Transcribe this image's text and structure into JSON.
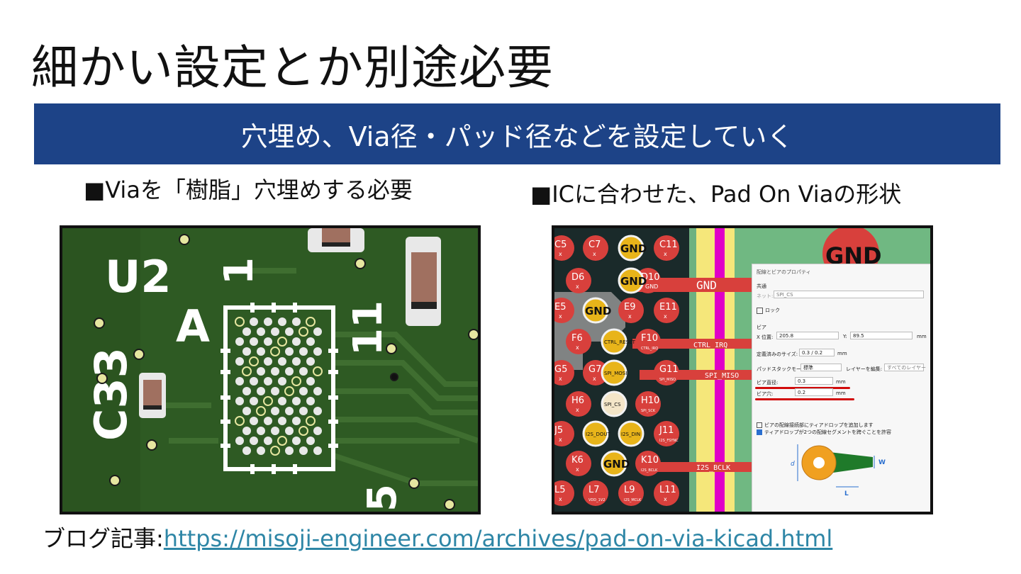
{
  "slide": {
    "title": "細かい設定とか別途必要",
    "banner": "穴埋め、Via径・パッド径などを設定していく",
    "left_caption": "■Viaを「樹脂」穴埋めする必要",
    "right_caption": "■ICに合わせた、Pad On Viaの形状",
    "footer_label": "ブログ記事:",
    "footer_link": "https://misoji-engineer.com/archives/pad-on-via-kicad.html"
  },
  "left_pcb": {
    "silk_labels": [
      "U2",
      "A",
      "C33",
      "1",
      "11",
      "5"
    ],
    "colors": {
      "board": "#2e5a23",
      "copper": "#3d6b2c",
      "silk": "#ffffff"
    }
  },
  "right_pcb": {
    "pads": [
      {
        "id": "C5",
        "net": "x"
      },
      {
        "id": "C7",
        "net": "x"
      },
      {
        "id": "D6",
        "net": "x"
      },
      {
        "id": "D10",
        "net": "GND"
      },
      {
        "id": "E5",
        "net": "x"
      },
      {
        "id": "E9",
        "net": "x"
      },
      {
        "id": "E11",
        "net": "x"
      },
      {
        "id": "F6",
        "net": "x"
      },
      {
        "id": "F10",
        "net": "CTRL_IRQ"
      },
      {
        "id": "G5",
        "net": "x"
      },
      {
        "id": "G7",
        "net": "x"
      },
      {
        "id": "G11",
        "net": "SPI_MISO"
      },
      {
        "id": "H6",
        "net": "x"
      },
      {
        "id": "H10",
        "net": "SPI_SCK"
      },
      {
        "id": "J5",
        "net": "x"
      },
      {
        "id": "J11",
        "net": "I2S_FSYNC"
      },
      {
        "id": "K6",
        "net": "x"
      },
      {
        "id": "K10",
        "net": "I2S_BCLK"
      },
      {
        "id": "L5",
        "net": "x"
      },
      {
        "id": "L7",
        "net": "VDD_1V2"
      },
      {
        "id": "L9",
        "net": "I2S_MCLK"
      },
      {
        "id": "L11",
        "net": "x"
      },
      {
        "id": "C11",
        "net": "x"
      }
    ],
    "via_labels": [
      "GND",
      "GND",
      "CTRL_RESET",
      "SPI_MOSI",
      "SPI_CS",
      "I2S_DOUT",
      "I2S_DIN",
      "GND",
      "GND"
    ],
    "trace_labels": [
      "GND",
      "CTRL_IRQ",
      "SPI_MISO",
      "I2S_BCLK"
    ],
    "big_gnd": "GND",
    "colors": {
      "pad": "#d8403c",
      "via": "#e8b41a",
      "trace": "#d8403c",
      "magenta": "#e000c8",
      "yellow": "#f5e77a"
    }
  },
  "dialog": {
    "title": "配線とビアのプロパティ",
    "section_common": "共通",
    "net_label": "ネット:",
    "net_value": "SPI_CS",
    "lock_label": "ロック",
    "section_via": "ビア",
    "x_label": "X 位置:",
    "x_value": "205.8",
    "y_label": "Y:",
    "y_value": "89.5",
    "unit": "mm",
    "predefined_label": "定義済みのサイズ:",
    "predefined_value": "0.3 / 0.2",
    "padstack_label": "パッドスタックモード:",
    "padstack_value": "標準",
    "layer_label": "レイヤーを編集:",
    "layer_value": "すべてのレイヤー",
    "via_diameter_label": "ビア直径:",
    "via_diameter_value": "0.3",
    "via_hole_label": "ビア穴:",
    "via_hole_value": "0.2",
    "teardrop_add": "ビアの配線接続部にティアドロップを追加します",
    "teardrop_two": "ティアドロップが2つの配線セグメントを跨ぐことを許容",
    "dim_d": "d",
    "dim_w": "W",
    "dim_l": "L"
  }
}
